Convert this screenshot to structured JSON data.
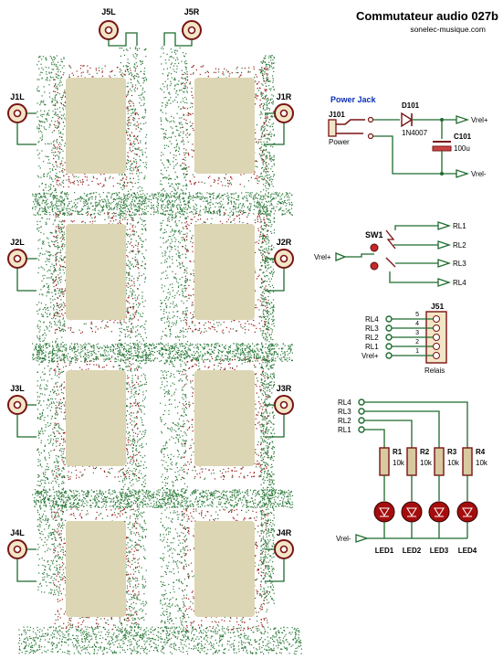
{
  "title": "Commutateur audio 027b",
  "website": "sonelec-musique.com",
  "jacks": {
    "j5l": "J5L",
    "j5r": "J5R",
    "j1l": "J1L",
    "j1r": "J1R",
    "j2l": "J2L",
    "j2r": "J2R",
    "j3l": "J3L",
    "j3r": "J3R",
    "j4l": "J4L",
    "j4r": "J4R"
  },
  "power": {
    "section_label": "Power Jack",
    "connector_ref": "J101",
    "connector_value": "Power",
    "diode_ref": "D101",
    "diode_value": "1N4007",
    "cap_ref": "C101",
    "cap_value": "100u",
    "vrel_plus": "Vrel+",
    "vrel_minus": "Vrel-"
  },
  "switch": {
    "ref": "SW1",
    "input": "Vrel+",
    "outputs": [
      "RL1",
      "RL2",
      "RL3",
      "RL4"
    ]
  },
  "header": {
    "ref": "J51",
    "value": "Relais",
    "pins": [
      {
        "net": "RL4",
        "number": "5"
      },
      {
        "net": "RL3",
        "number": "4"
      },
      {
        "net": "RL2",
        "number": "3"
      },
      {
        "net": "RL1",
        "number": "2"
      },
      {
        "net": "Vrel+",
        "number": "1"
      }
    ]
  },
  "leds": {
    "nets": [
      "RL4",
      "RL3",
      "RL2",
      "RL1"
    ],
    "resistors": [
      {
        "ref": "R1",
        "value": "10k"
      },
      {
        "ref": "R2",
        "value": "10k"
      },
      {
        "ref": "R3",
        "value": "10k"
      },
      {
        "ref": "R4",
        "value": "10k"
      }
    ],
    "led_refs": [
      "LED1",
      "LED2",
      "LED3",
      "LED4"
    ],
    "ground": "Vrel-"
  },
  "colors": {
    "wire": "#1d6b2e",
    "component": "#7a1313",
    "relay_body": "#dcd6b4",
    "dots_red": "#9b1a1a",
    "dots_green": "#2c7a3a",
    "accent_blue": "#0b2fb8"
  }
}
